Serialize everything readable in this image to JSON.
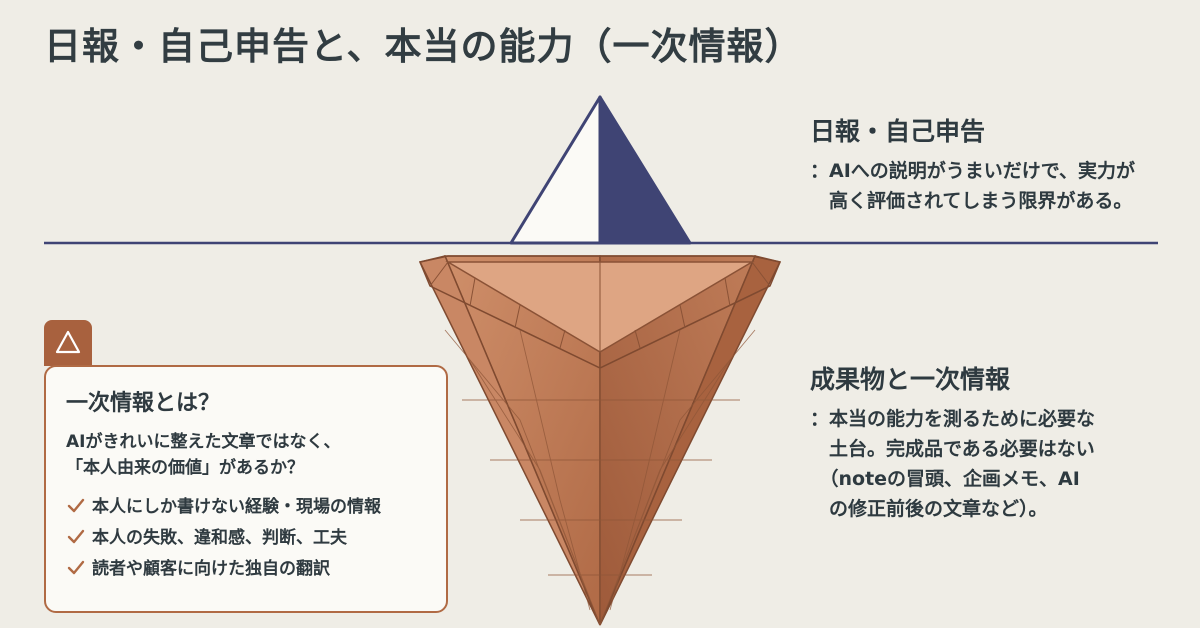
{
  "title": "日報・自己申告と、本当の能力（一次情報）",
  "top_section": {
    "heading": "日報・自己申告",
    "desc_lines": [
      "：AIへの説明がうまいだけで、実力が",
      "　高く評価されてしまう限界がある。"
    ]
  },
  "bottom_section": {
    "heading": "成果物と一次情報",
    "desc_lines": [
      "：本当の能力を測るために必要な",
      "　土台。完成品である必要はない",
      "　（noteの冒頭、企画メモ、AI",
      "　の修正前後の文章など）。"
    ]
  },
  "info_box": {
    "heading": "一次情報とは？",
    "desc_lines": [
      "AIがきれいに整えた文章ではなく、",
      "「本人由来の価値」があるか？"
    ],
    "items": [
      "本人にしか書けない経験・現場の情報",
      "本人の失敗、違和感、判断、工夫",
      "読者や顧客に向けた独自の翻訳"
    ]
  },
  "colors": {
    "background": "#efede6",
    "navy": "#3f4474",
    "terracotta": "#b5704b",
    "waterline": "#3f4474"
  },
  "icons": {
    "tab": "triangle-warning-icon",
    "bullet": "check-icon"
  }
}
